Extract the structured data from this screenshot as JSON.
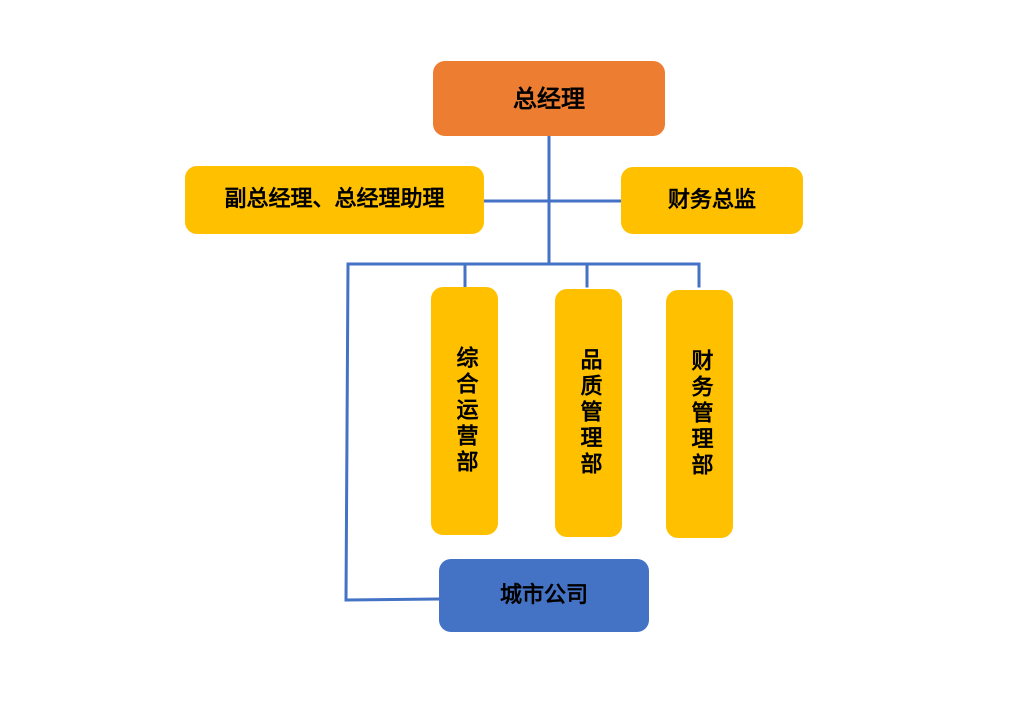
{
  "diagram": {
    "nodes": {
      "general_manager": "总经理",
      "deputy_gm_assistant": "副总经理、总经理助理",
      "finance_director": "财务总监",
      "general_operations": "综合运营部",
      "quality_management": "品质管理部",
      "finance_management": "财务管理部",
      "city_company": "城市公司"
    },
    "colors": {
      "top_level": "#ed7d31",
      "department": "#ffc000",
      "city_company": "#4472c4",
      "connector": "#4472c4"
    }
  }
}
